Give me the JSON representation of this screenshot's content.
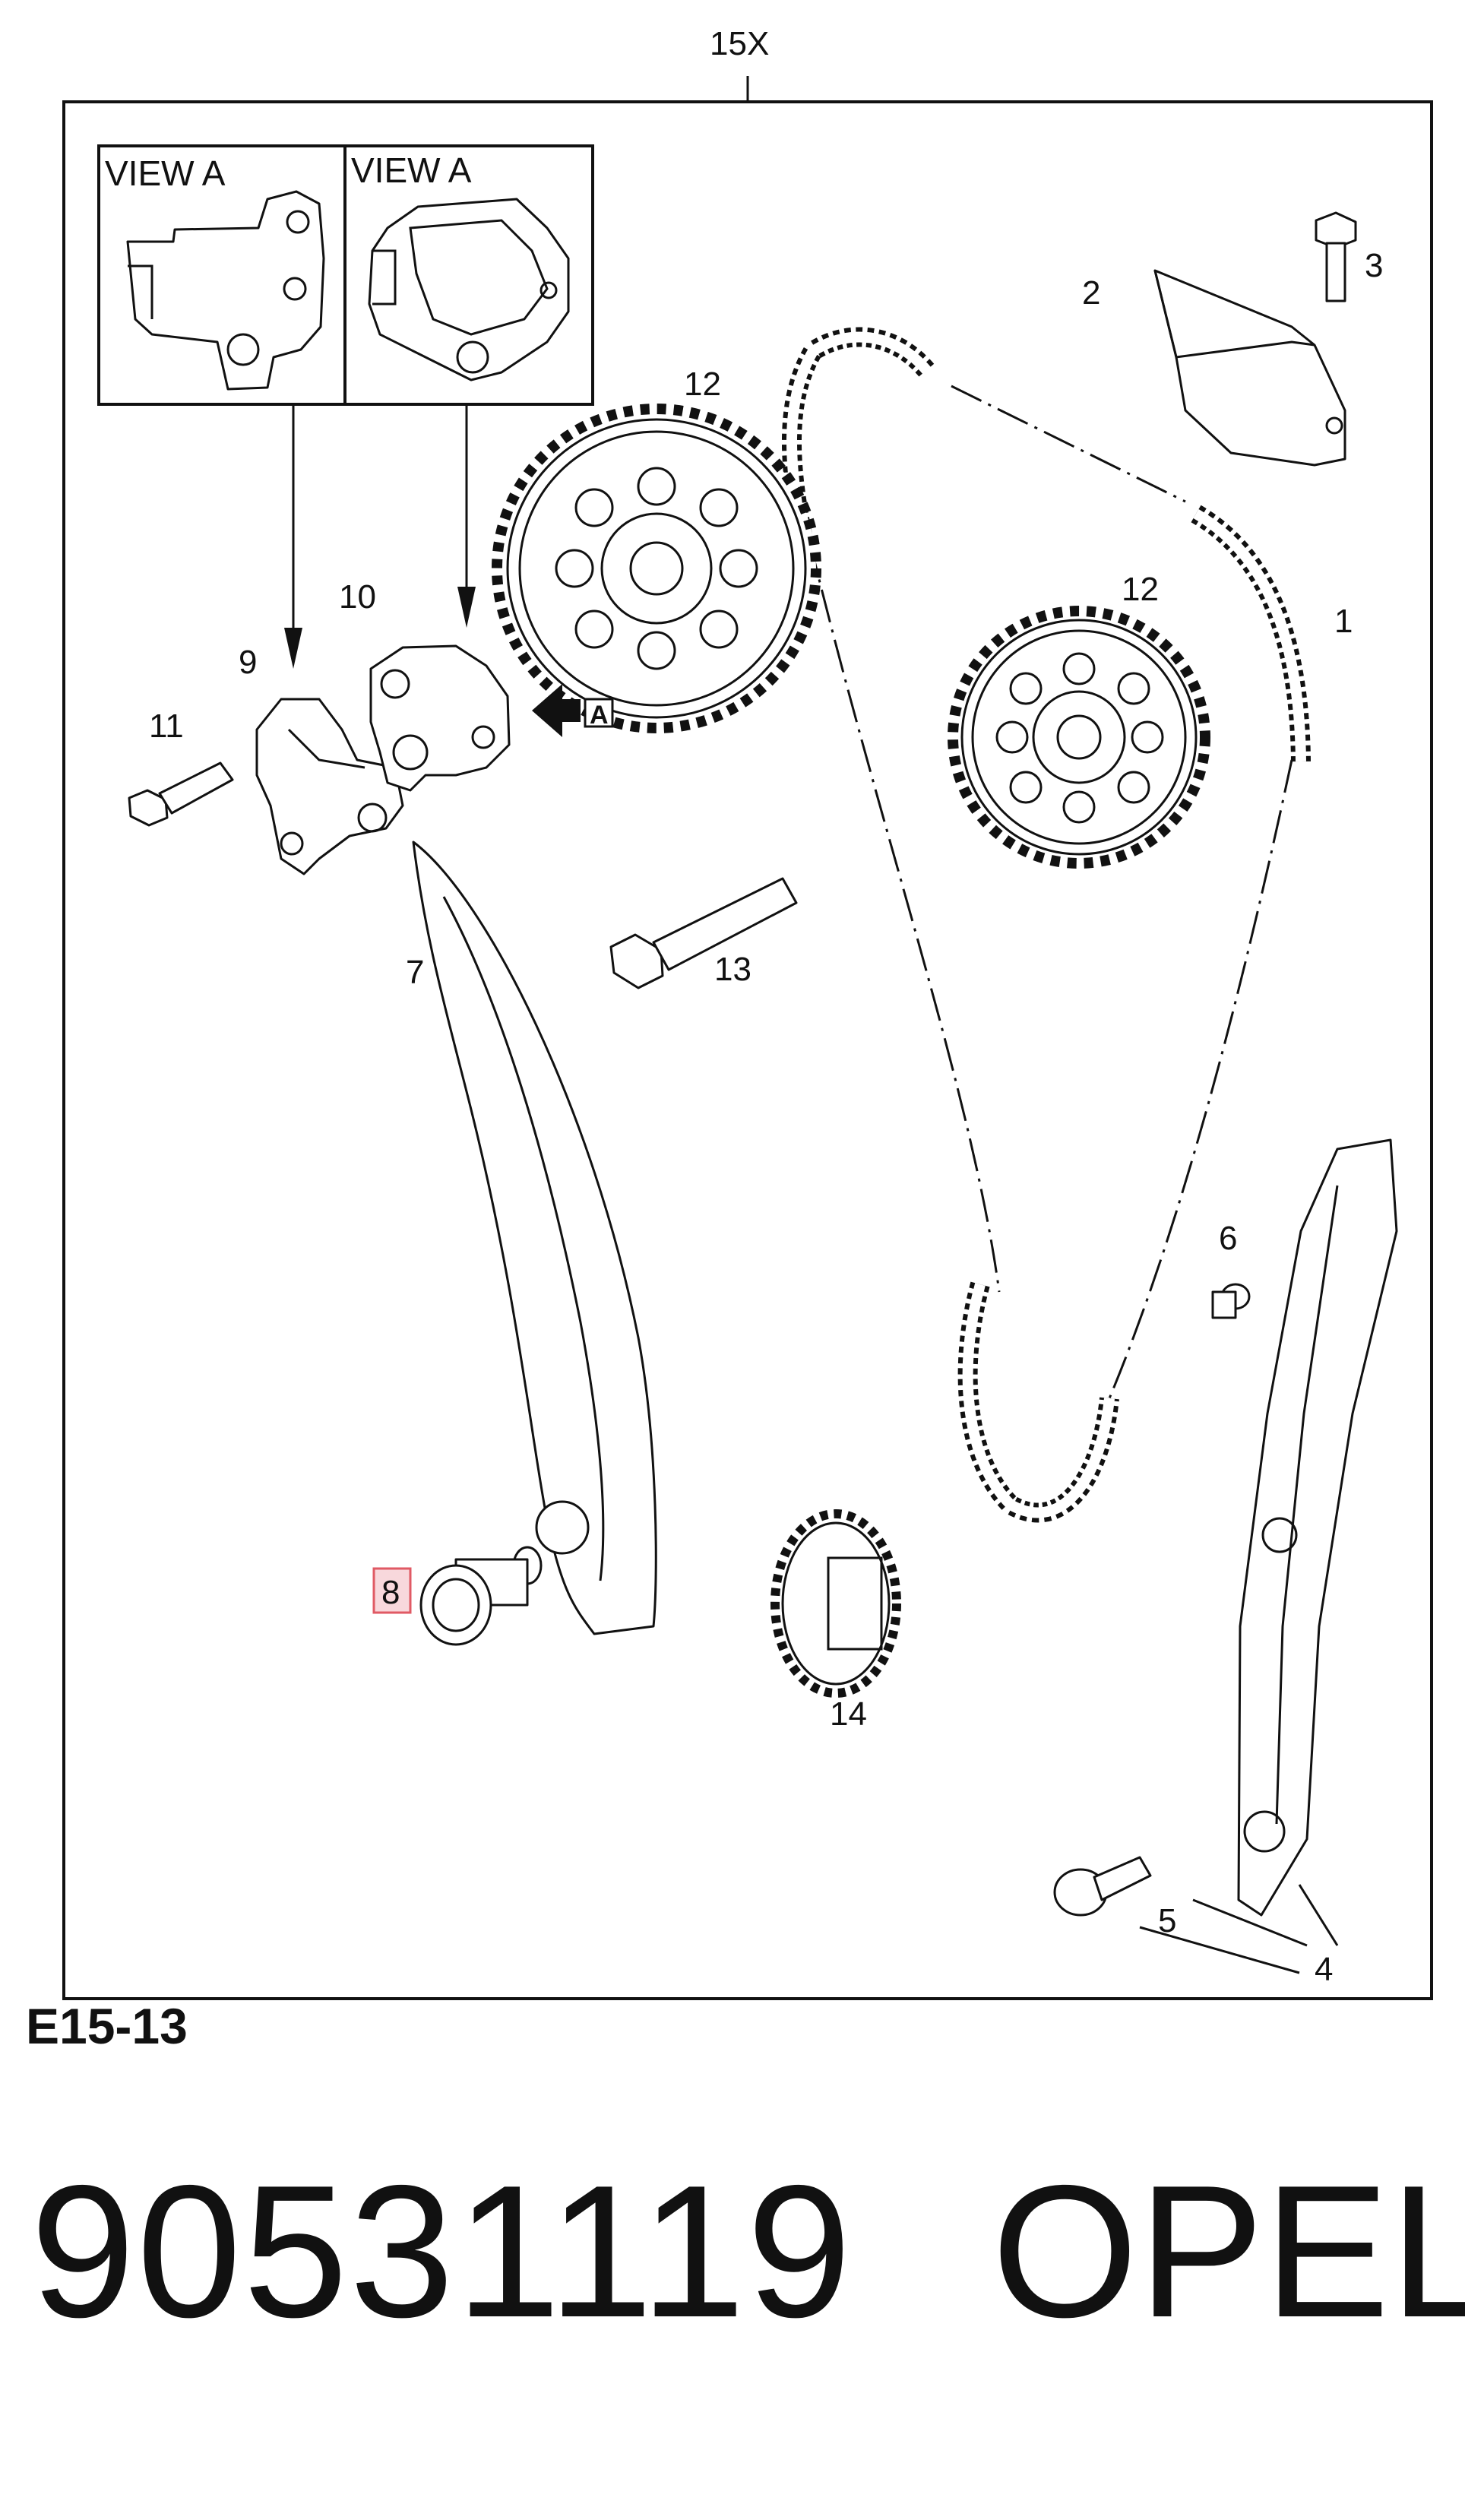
{
  "diagram": {
    "assembly_label": "15X",
    "view_label_left": "VIEW A",
    "view_label_right": "VIEW A",
    "view_arrow_letter": "A",
    "callouts": [
      "1",
      "2",
      "3",
      "4",
      "5",
      "6",
      "7",
      "8",
      "9",
      "10",
      "11",
      "12",
      "12",
      "13",
      "14"
    ],
    "highlighted_callout": "8",
    "highlight_color": "#e05a64"
  },
  "footer": {
    "code": "E15-13",
    "part_number": "90531119",
    "brand": "OPEL"
  }
}
